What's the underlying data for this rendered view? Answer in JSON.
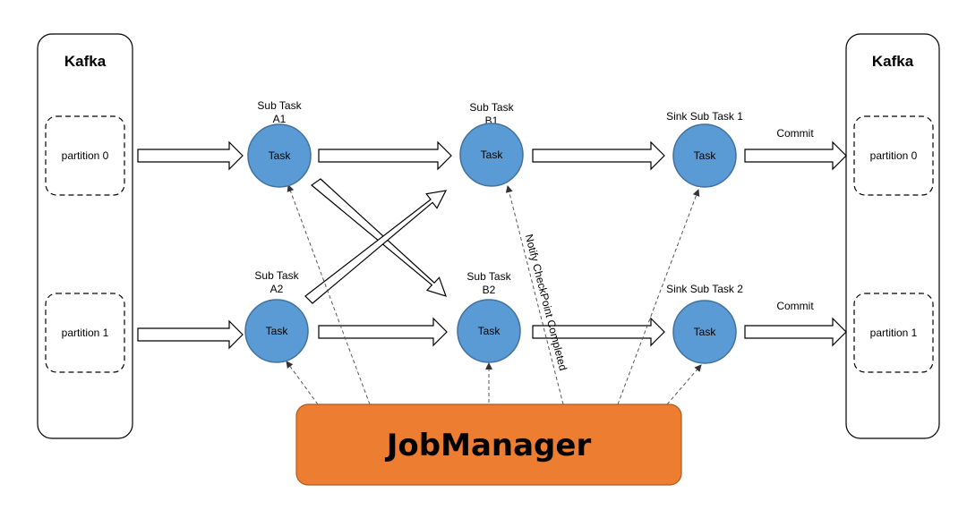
{
  "kafka_left": {
    "title": "Kafka",
    "partitions": [
      "partition 0",
      "partition 1"
    ]
  },
  "kafka_right": {
    "title": "Kafka",
    "partitions": [
      "partition 0",
      "partition 1"
    ]
  },
  "tasks": {
    "a1": {
      "line1": "Sub Task",
      "line2": "A1",
      "label": "Task"
    },
    "a2": {
      "line1": "Sub Task",
      "line2": "A2",
      "label": "Task"
    },
    "b1": {
      "line1": "Sub Task",
      "line2": "B1",
      "label": "Task"
    },
    "b2": {
      "line1": "Sub Task",
      "line2": "B2",
      "label": "Task"
    },
    "s1": {
      "line1": "Sink Sub Task 1",
      "label": "Task"
    },
    "s2": {
      "line1": "Sink Sub Task 2",
      "label": "Task"
    }
  },
  "commit_labels": [
    "Commit",
    "Commit"
  ],
  "notify_label": "Notify CheckPoint Completed",
  "job_manager": {
    "label": "JobManager"
  },
  "colors": {
    "task_fill": "#5b9bd5",
    "job_manager_fill": "#ed7d31"
  }
}
